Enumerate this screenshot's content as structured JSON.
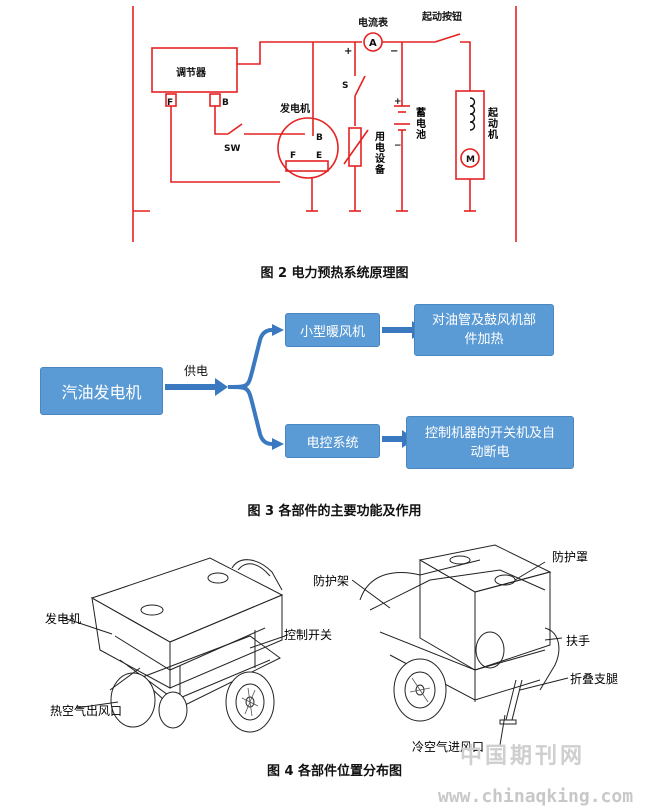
{
  "fig2": {
    "caption": "图 2 电力预热系统原理图",
    "labels": {
      "regulator": "调节器",
      "F": "F",
      "B": "B",
      "SW": "SW",
      "generator": "发电机",
      "gen_B": "B",
      "gen_F": "F",
      "gen_E": "E",
      "ammeter": "电流表",
      "ammeter_A": "A",
      "plus": "+",
      "minus": "−",
      "S": "S",
      "load": "用电设备",
      "battery": "蓄电池",
      "battery_plus": "+",
      "battery_minus": "−",
      "start_button": "起动按钮",
      "starter": "起动机",
      "motor_M": "M"
    },
    "colors": {
      "wire": "#e52222"
    }
  },
  "fig3": {
    "caption": "图 3 各部件的主要功能及作用",
    "source": "汽油发电机",
    "supply": "供电",
    "branch_top": "小型暖风机",
    "branch_bottom": "电控系统",
    "result_top": "对油管及鼓风机部件加热",
    "result_bottom": "控制机器的开关机及自动断电",
    "colors": {
      "box": "#5b9bd5",
      "arrow": "#3a78c0"
    }
  },
  "fig4": {
    "caption": "图 4 各部件位置分布图",
    "labels_left": {
      "generator": "发电机",
      "control_switch": "控制开关",
      "hot_air_outlet": "热空气出风口"
    },
    "labels_right": {
      "guard_frame": "防护架",
      "guard_cover": "防护罩",
      "handle": "扶手",
      "folding_leg": "折叠支腿",
      "cold_air_inlet": "冷空气进风口"
    }
  },
  "watermark": {
    "cn": "中国期刊网",
    "url": "www.chinaqking.com"
  }
}
